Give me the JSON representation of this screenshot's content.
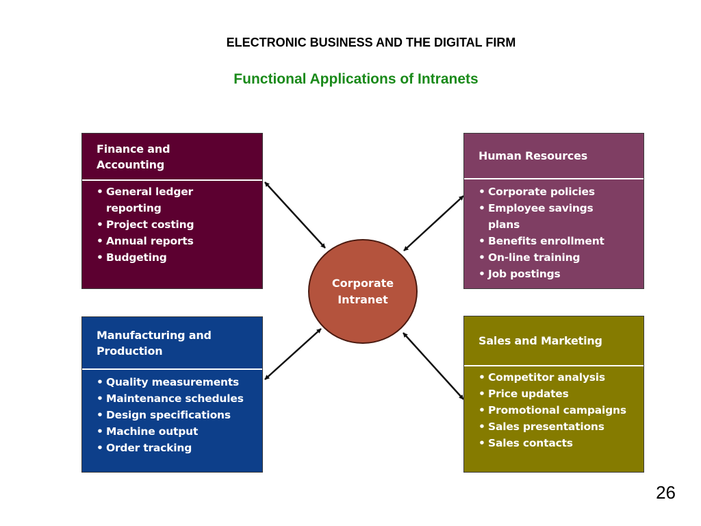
{
  "slide": {
    "title": "ELECTRONIC BUSINESS AND THE DIGITAL FIRM",
    "subtitle": "Functional Applications of Intranets",
    "subtitle_color": "#1a8a1a",
    "page_number": "26"
  },
  "hub": {
    "lines": [
      "Corporate",
      "Intranet"
    ],
    "color": "#b4533d"
  },
  "boxes": {
    "finance": {
      "title_lines": [
        "Finance and",
        "Accounting"
      ],
      "color": "#5c0030",
      "items": [
        [
          "General ledger",
          "reporting"
        ],
        [
          "Project costing"
        ],
        [
          "Annual reports"
        ],
        [
          "Budgeting"
        ]
      ]
    },
    "hr": {
      "title_lines": [
        "Human Resources"
      ],
      "color": "#7f3e63",
      "items": [
        [
          "Corporate policies"
        ],
        [
          "Employee savings",
          "plans"
        ],
        [
          "Benefits enrollment"
        ],
        [
          "On-line training"
        ],
        [
          "Job postings"
        ]
      ]
    },
    "mfg": {
      "title_lines": [
        "Manufacturing and",
        "Production"
      ],
      "color": "#0d3f8a",
      "items": [
        [
          "Quality measurements"
        ],
        [
          "Maintenance schedules"
        ],
        [
          "Design specifications"
        ],
        [
          "Machine output"
        ],
        [
          "Order tracking"
        ]
      ]
    },
    "sales": {
      "title_lines": [
        "Sales and Marketing"
      ],
      "color": "#857b00",
      "items": [
        [
          "Competitor analysis"
        ],
        [
          "Price updates"
        ],
        [
          "Promotional campaigns"
        ],
        [
          "Sales presentations"
        ],
        [
          "Sales contacts"
        ]
      ]
    }
  },
  "bullet_glyph": "•"
}
